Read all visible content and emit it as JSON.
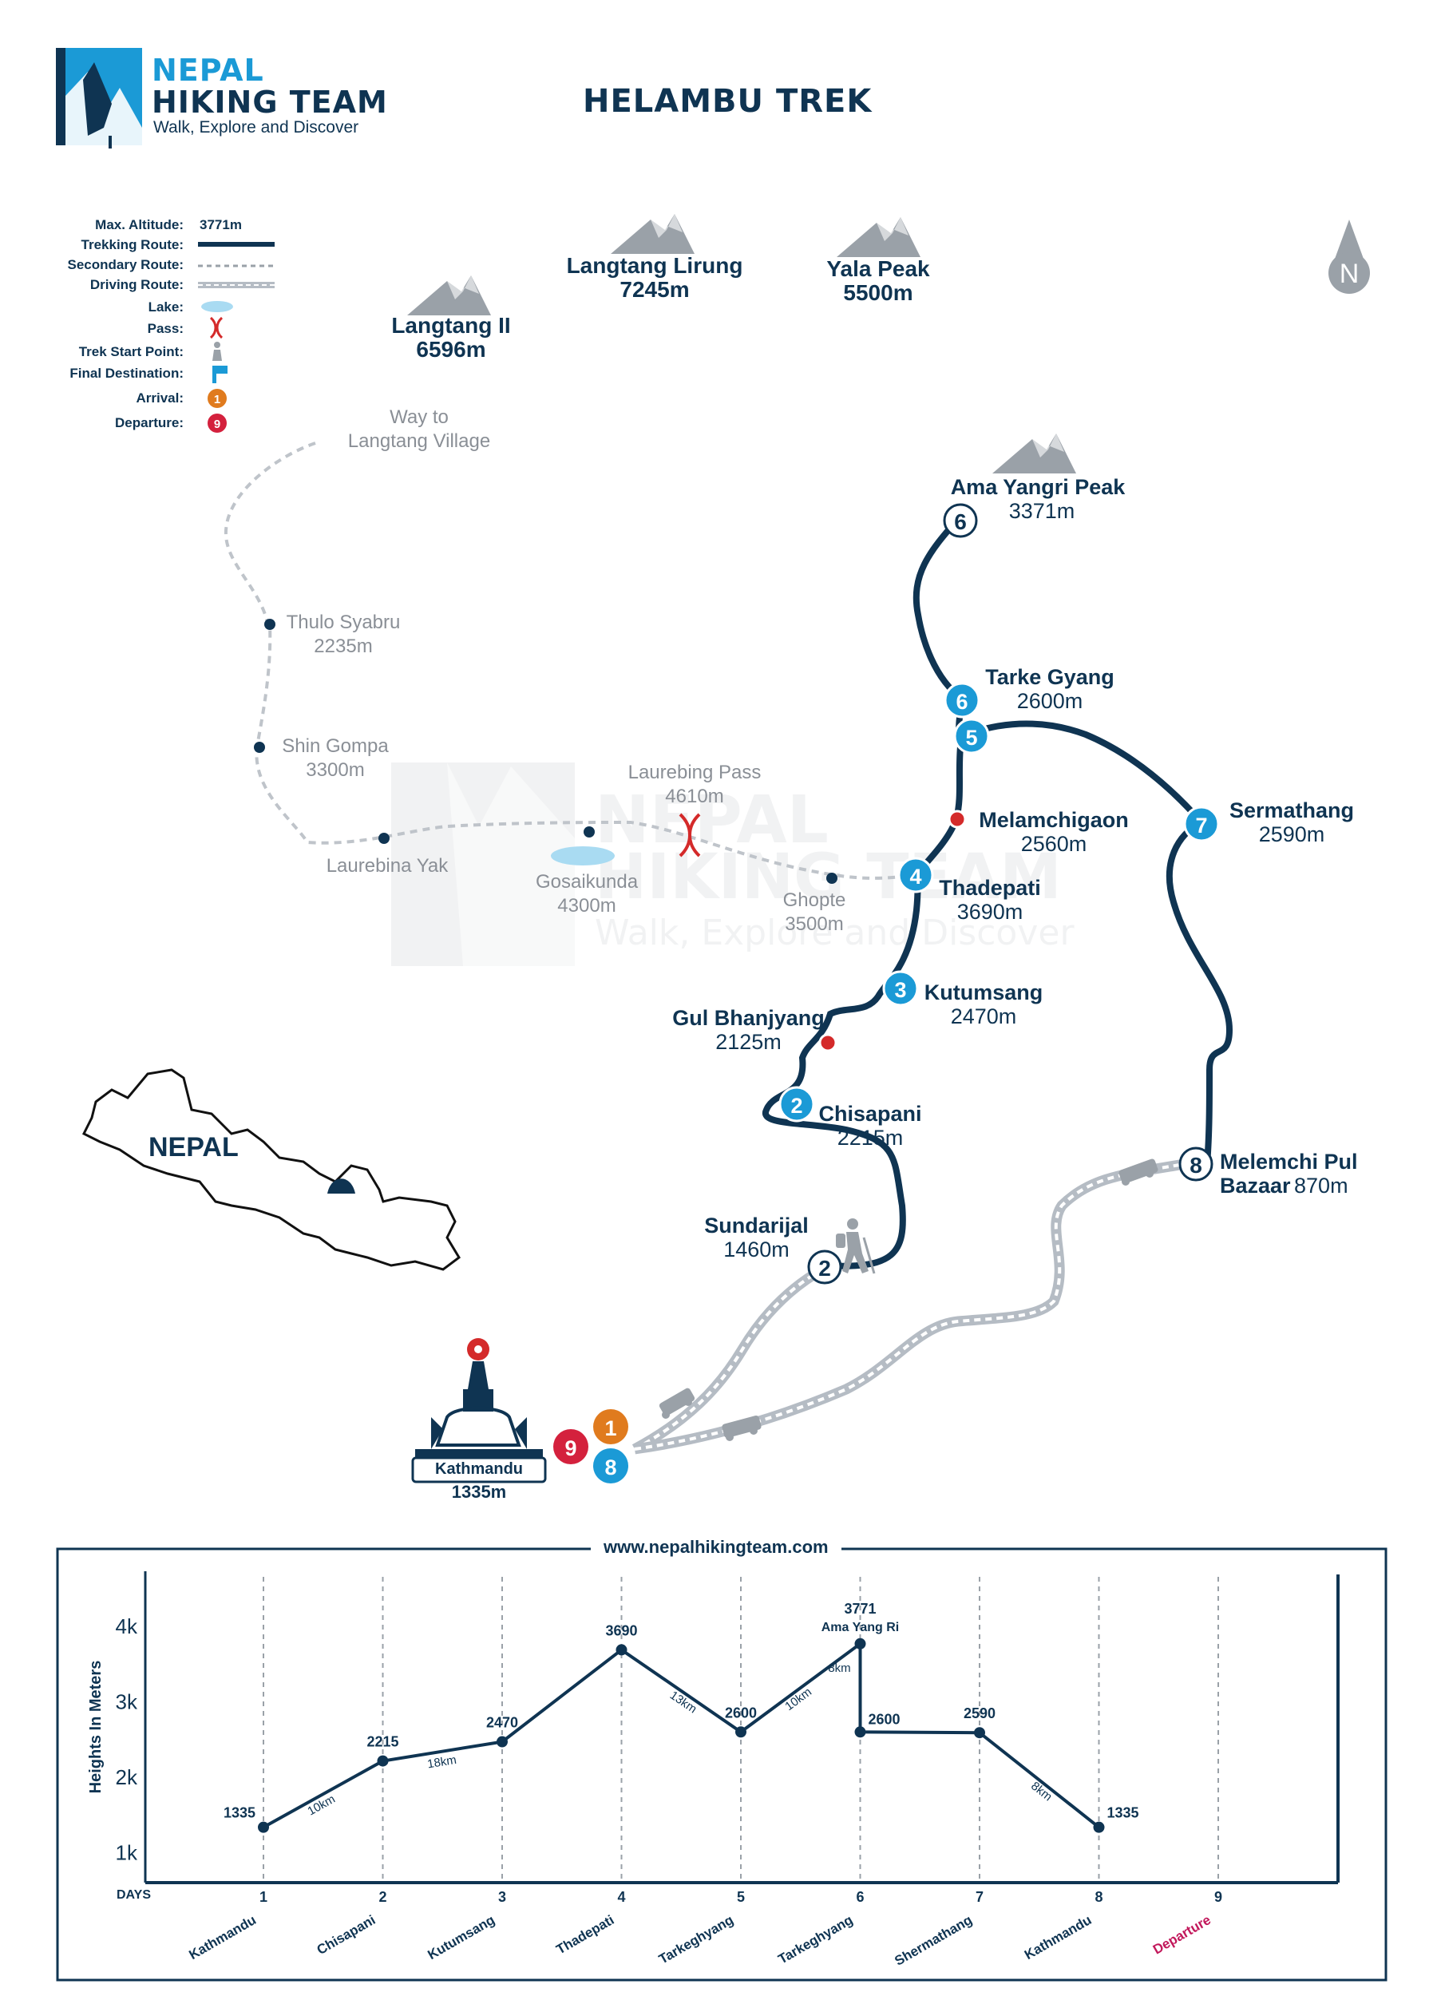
{
  "brand": {
    "line1": "NEPAL",
    "line2": "HIKING TEAM",
    "tagline": "Walk, Explore and Discover"
  },
  "title": "HELAMBU TREK",
  "legend": {
    "max_altitude_label": "Max. Altitude:",
    "max_altitude_value": "3771m",
    "trekking_route": "Trekking Route:",
    "secondary_route": "Secondary Route:",
    "driving_route": "Driving Route:",
    "lake": "Lake:",
    "pass": "Pass:",
    "trek_start": "Trek Start Point:",
    "final_destination": "Final Destination:",
    "arrival": "Arrival:",
    "arrival_num": "1",
    "departure": "Departure:",
    "departure_num": "9"
  },
  "compass": "N",
  "peaks": [
    {
      "name": "Langtang II",
      "alt": "6596m"
    },
    {
      "name": "Langtang Lirung",
      "alt": "7245m"
    },
    {
      "name": "Yala Peak",
      "alt": "5500m"
    }
  ],
  "places": {
    "ama_yangri": {
      "name": "Ama Yangri Peak",
      "alt": "3371m",
      "day": "6"
    },
    "tarke_gyang": {
      "name": "Tarke Gyang",
      "alt": "2600m",
      "day": "6",
      "day2": "5"
    },
    "melamchigaon": {
      "name": "Melamchigaon",
      "alt": "2560m"
    },
    "sermathang": {
      "name": "Sermathang",
      "alt": "2590m",
      "day": "7"
    },
    "thadepati": {
      "name": "Thadepati",
      "alt": "3690m",
      "day": "4"
    },
    "kutumsang": {
      "name": "Kutumsang",
      "alt": "2470m",
      "day": "3"
    },
    "gul_bhanjyang": {
      "name": "Gul Bhanjyang",
      "alt": "2125m"
    },
    "chisapani": {
      "name": "Chisapani",
      "alt": "2215m",
      "day": "2"
    },
    "sundarijal": {
      "name": "Sundarijal",
      "alt": "1460m",
      "day": "2"
    },
    "melemchi_pul": {
      "name": "Melemchi Pul",
      "name2": "Bazaar",
      "alt": "870m",
      "day": "8"
    },
    "kathmandu": {
      "name": "Kathmandu",
      "alt": "1335m",
      "day_arrival": "1",
      "day_departure": "9",
      "day_return": "8"
    }
  },
  "secondary_places": {
    "way_to": {
      "line1": "Way to",
      "line2": "Langtang Village"
    },
    "thulo_syabru": {
      "name": "Thulo Syabru",
      "alt": "2235m"
    },
    "shin_gompa": {
      "name": "Shin Gompa",
      "alt": "3300m"
    },
    "laurebing_pass": {
      "name": "Laurebing Pass",
      "alt": "4610m"
    },
    "laurebina_yak": {
      "name": "Laurebina Yak"
    },
    "gosaikunda": {
      "name": "Gosaikunda",
      "alt": "4300m"
    },
    "ghopte": {
      "name": "Ghopte",
      "alt": "3500m"
    }
  },
  "nepal_label": "NEPAL",
  "footer_url": "www.nepalhikingteam.com",
  "chart_data": {
    "type": "line",
    "ylabel": "Heights In Meters",
    "xlabel": "DAYS",
    "yticks": [
      "1k",
      "2k",
      "3k",
      "4k"
    ],
    "ylim": [
      600,
      4500
    ],
    "days": [
      "1",
      "2",
      "3",
      "4",
      "5",
      "6",
      "7",
      "8",
      "9"
    ],
    "day_places": [
      "Kathmandu",
      "Chisapani",
      "Kutumsang",
      "Thadepati",
      "Tarkeghyang",
      "Tarkeghyang",
      "Shermathang",
      "Kathmandu",
      "Departure"
    ],
    "points": [
      {
        "x": 1,
        "y": 1335,
        "label": "1335"
      },
      {
        "x": 2,
        "y": 2215,
        "label": "2215"
      },
      {
        "x": 3,
        "y": 2470,
        "label": "2470"
      },
      {
        "x": 4,
        "y": 3690,
        "label": "3690"
      },
      {
        "x": 5,
        "y": 2600,
        "label": "2600"
      },
      {
        "x": 6,
        "y": 3771,
        "label": "3771",
        "sublabel": "Ama Yang Ri"
      },
      {
        "x": 6,
        "y": 2600,
        "label": "2600"
      },
      {
        "x": 7,
        "y": 2590,
        "label": "2590"
      },
      {
        "x": 8,
        "y": 1335,
        "label": "1335"
      }
    ],
    "segment_labels": [
      "10km",
      "18km",
      "",
      "13km",
      "10km",
      "8km",
      "",
      "8km",
      ""
    ],
    "grid": true
  }
}
